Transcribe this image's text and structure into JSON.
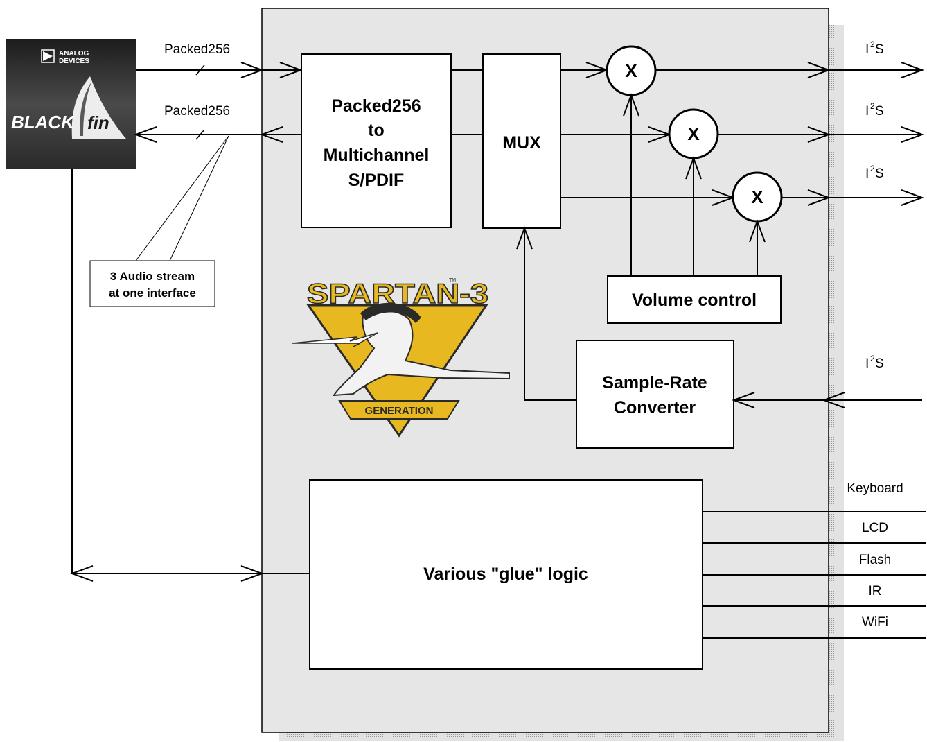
{
  "blackfin_logo": {
    "brand_top": "ANALOG",
    "brand_bottom": "DEVICES",
    "product_left": "BLACK",
    "product_right": "fin"
  },
  "spartan_logo": {
    "title": "SPARTAN-3",
    "tm": "TM",
    "subtitle": "GENERATION"
  },
  "links": {
    "packed_out": "Packed256",
    "packed_in": "Packed256"
  },
  "callout": {
    "line1": "3 Audio stream",
    "line2": "at one interface"
  },
  "blocks": {
    "packed_to_spdif": [
      "Packed256",
      "to",
      "Multichannel",
      "S/PDIF"
    ],
    "mux": "MUX",
    "volume": "Volume control",
    "src": [
      "Sample-Rate",
      "Converter"
    ],
    "glue": "Various \"glue\" logic",
    "multiplier": "X"
  },
  "i2s": {
    "base": "I",
    "sup": "2",
    "tail": "S"
  },
  "peripherals": [
    "Keyboard",
    "LCD",
    "Flash",
    "IR",
    "WiFi"
  ],
  "colors": {
    "fpga_bg": "#e6e6e6",
    "shadow": "#c8c8c8",
    "logo_gold": "#e8b820",
    "logo_dark": "#2a2a2a"
  }
}
